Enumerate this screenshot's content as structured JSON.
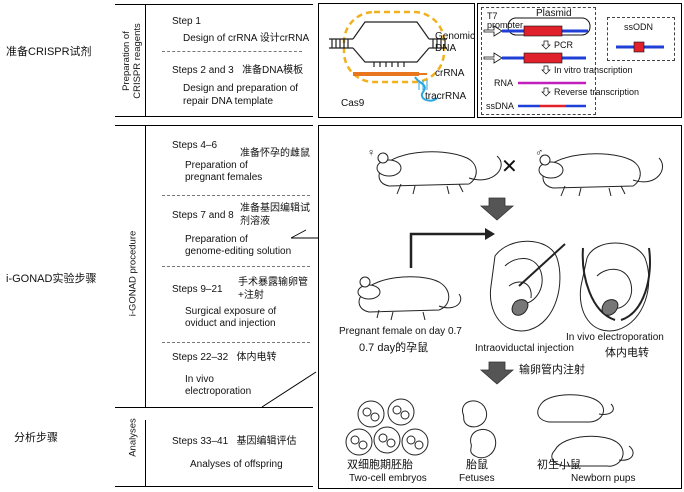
{
  "sections": {
    "prep_cn": "准备CRISPR试剂",
    "prep_en_1": "Preparation of",
    "prep_en_2": "CRISPR reagents",
    "igonad_cn": "i-GONAD实验步骤",
    "igonad_en": "i-GONAD procedure",
    "analysis_cn": "分析步骤",
    "analysis_en": "Analyses"
  },
  "steps": [
    {
      "title": "Step 1",
      "desc": "Design of crRNA",
      "cn": "设计crRNA"
    },
    {
      "title": "Steps 2 and 3",
      "cn": "准备DNA模板",
      "desc_1": "Design and preparation of",
      "desc_2": "repair DNA template"
    },
    {
      "title": "Steps 4–6",
      "cn": "准备怀孕的雌鼠",
      "desc_1": "Preparation of",
      "desc_2": "pregnant females"
    },
    {
      "title": "Steps 7 and 8",
      "cn_1": "准备基因编辑试",
      "cn_2": "剂溶液",
      "desc_1": "Preparation of",
      "desc_2": "genome-editing solution"
    },
    {
      "title": "Steps 9–21",
      "cn_1": "手术暴露输卵管",
      "cn_2": "+注射",
      "desc_1": "Surgical exposure of",
      "desc_2": "oviduct and injection"
    },
    {
      "title": "Steps 22–32",
      "cn": "体内电转",
      "desc_1": "In vivo",
      "desc_2": "electroporation"
    },
    {
      "title": "Steps 33–41",
      "cn": "基因编辑评估",
      "desc": "Analyses of offspring"
    }
  ],
  "crispr_panel": {
    "genomic_1": "Genomic",
    "genomic_2": "DNA",
    "crrna": "crRNA",
    "tracrrna": "tracrRNA",
    "cas9": "Cas9"
  },
  "template_panel": {
    "plasmid": "Plasmid",
    "t7_1": "T7",
    "t7_2": "promoter",
    "pcr": "PCR",
    "ivt": "In vitro transcription",
    "rna": "RNA",
    "rt": "Reverse transcription",
    "ssdna": "ssDNA",
    "ssodn": "ssODN"
  },
  "procedure_panel": {
    "female": "♀",
    "male": "♂",
    "cross": "✕",
    "pregnant_en": "Pregnant female on day 0.7",
    "pregnant_cn": "0.7 day的孕鼠",
    "injection_en": "Intraoviductal injection",
    "electro_en": "In vivo electroporation",
    "electro_cn": "体内电转",
    "injection_cn": "输卵管内注射"
  },
  "analysis_panel": {
    "embryos_cn": "双细胞期胚胎",
    "embryos_en": "Two-cell embryos",
    "fetuses_cn": "胎鼠",
    "fetuses_en": "Fetuses",
    "pups_cn": "初生小鼠",
    "pups_en": "Newborn pups"
  },
  "colors": {
    "cas9_outline": "#f2b01e",
    "crrna": "#e8761f",
    "tracrrna": "#2aa7e0",
    "blue_dna": "#1f3fd6",
    "red_block": "#e0202a",
    "magenta": "#c21fbf"
  }
}
